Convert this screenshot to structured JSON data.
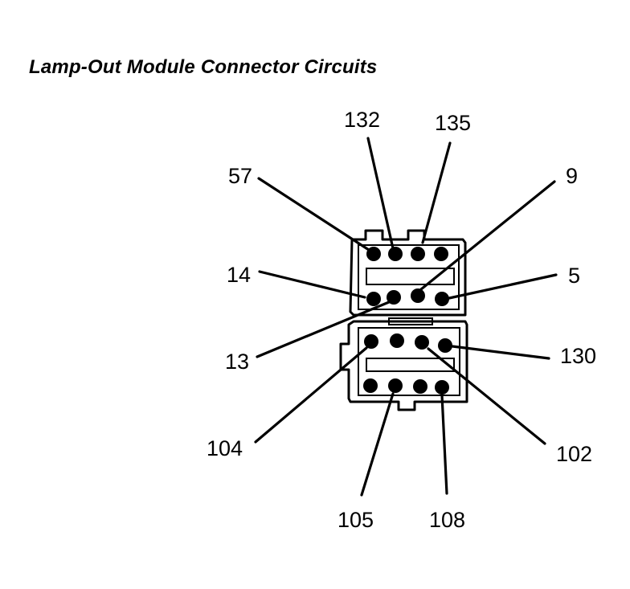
{
  "title": "Lamp-Out Module Connector Circuits",
  "circuit_labels": {
    "c132": "132",
    "c135": "135",
    "c57": "57",
    "c9": "9",
    "c14": "14",
    "c5": "5",
    "c13": "13",
    "c130": "130",
    "c104": "104",
    "c102": "102",
    "c105": "105",
    "c108": "108"
  }
}
